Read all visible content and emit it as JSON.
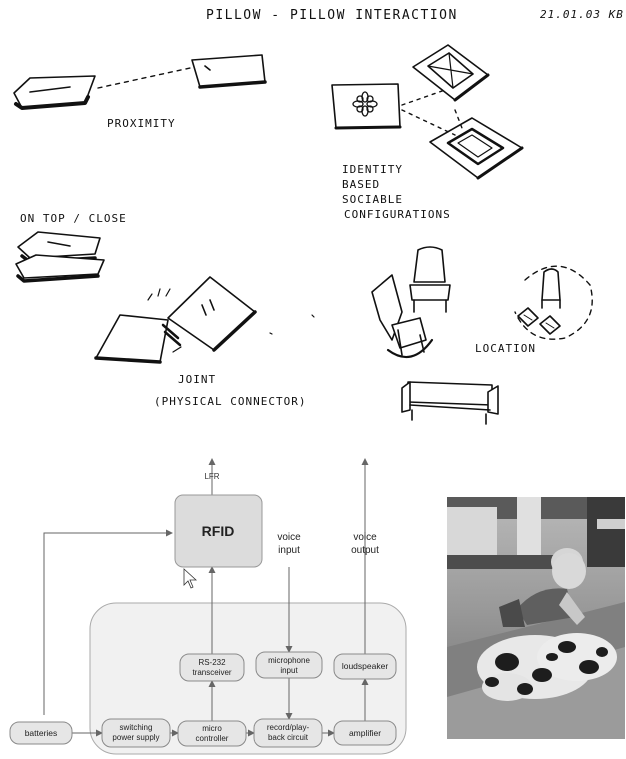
{
  "sketch": {
    "title": "PILLOW - PILLOW INTERACTION",
    "date": "21.01.03 KB",
    "labels": {
      "proximity": "PROXIMITY",
      "identity": [
        "IDENTITY",
        "BASED",
        "SOCIABLE",
        "CONFIGURATIONS"
      ],
      "on_top": "ON TOP / CLOSE",
      "joint": "JOINT",
      "connector": "(PHYSICAL CONNECTOR)",
      "location": "LOCATION"
    }
  },
  "diagram": {
    "lfr": "LFR",
    "rfid": "RFID",
    "voice_input": [
      "voice",
      "input"
    ],
    "voice_output": [
      "voice",
      "output"
    ],
    "blocks": {
      "batteries": [
        "batteries"
      ],
      "switching": [
        "switching",
        "power supply"
      ],
      "micro": [
        "micro",
        "controller"
      ],
      "record": [
        "record/play-",
        "back circuit"
      ],
      "amplifier": [
        "amplifier"
      ],
      "rs232": [
        "RS-232",
        "transceiver"
      ],
      "microphone": [
        "microphone",
        "input"
      ],
      "loudspeaker": [
        "loudspeaker"
      ]
    }
  },
  "colors": {
    "ink": "#111111",
    "block_fill": "#e6e6e6",
    "block_stroke": "#8a8a8a",
    "enclosure_fill": "#f1f1f1",
    "rfid_fill": "#dcdcdc",
    "arrow": "#666666"
  }
}
